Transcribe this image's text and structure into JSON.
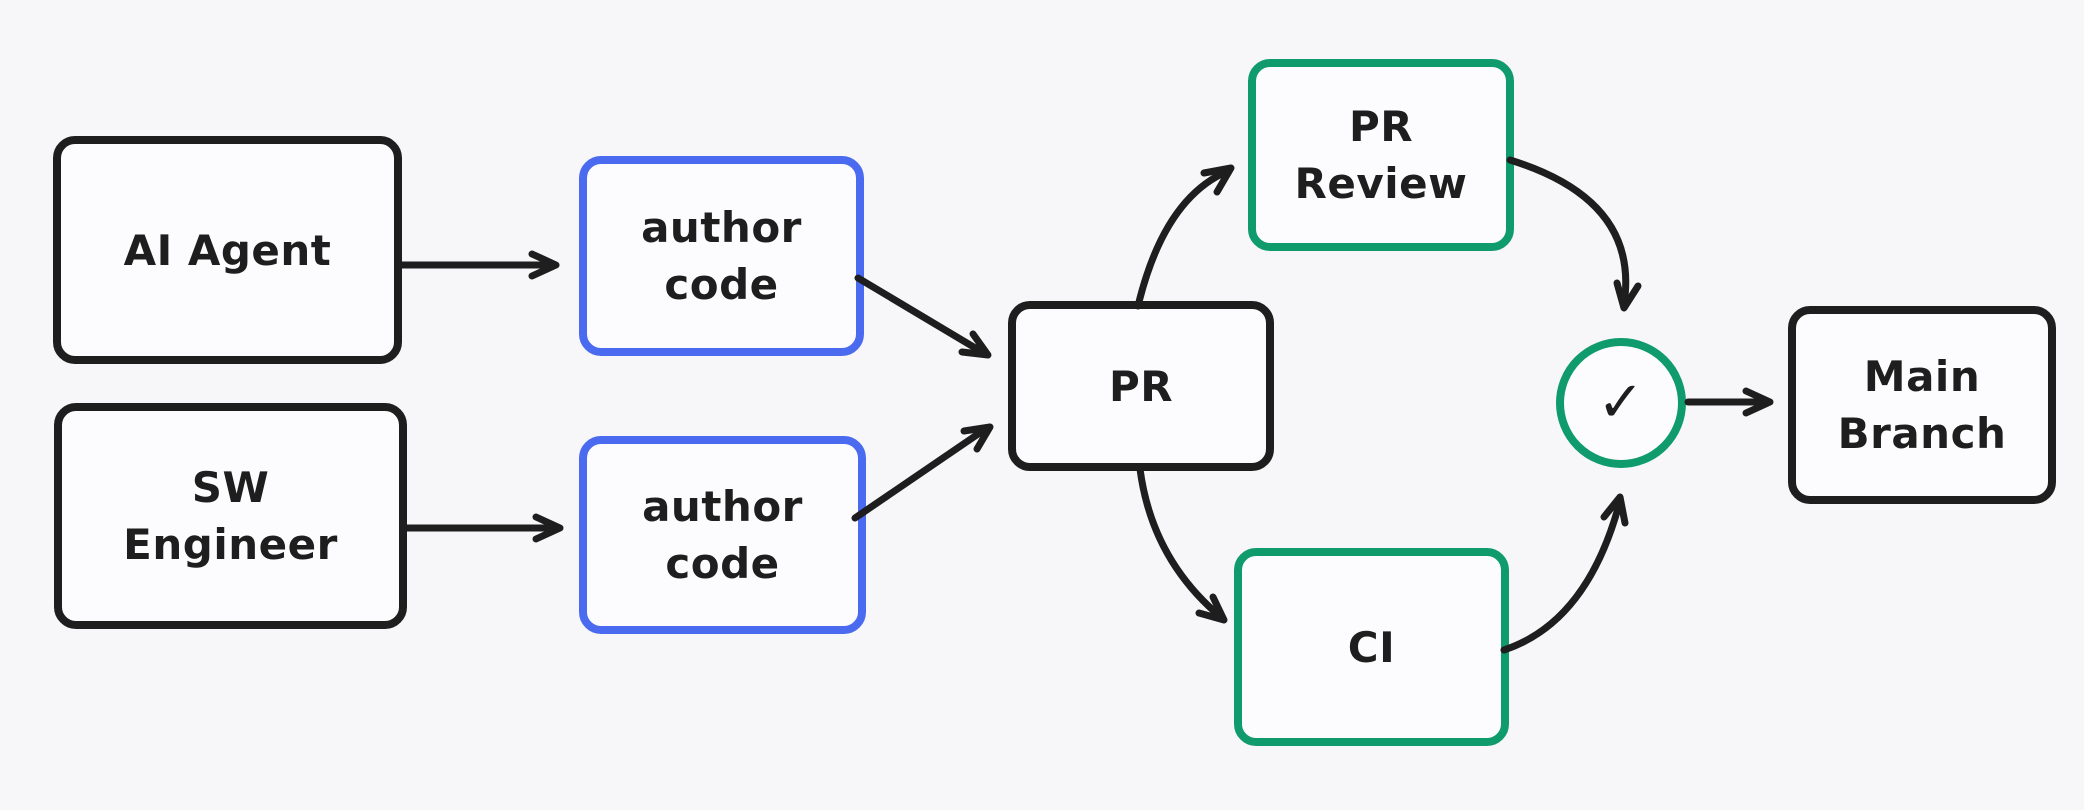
{
  "canvas": {
    "background": "#f7f7fa"
  },
  "colors": {
    "stroke_black": "#1e1e1e",
    "stroke_blue": "#4a6bf0",
    "stroke_green": "#0f9b6c",
    "shape_fill": "#fcfcfe"
  },
  "nodes": {
    "ai_agent": {
      "label": "AI Agent",
      "border_color": "#1e1e1e"
    },
    "sw_engineer": {
      "lines": [
        "SW",
        "Engineer"
      ],
      "border_color": "#1e1e1e"
    },
    "author_code_top": {
      "lines": [
        "author",
        "code"
      ],
      "border_color": "#4a6bf0"
    },
    "author_code_bottom": {
      "lines": [
        "author",
        "code"
      ],
      "border_color": "#4a6bf0"
    },
    "pr": {
      "label": "PR",
      "border_color": "#1e1e1e"
    },
    "pr_review": {
      "lines": [
        "PR",
        "Review"
      ],
      "border_color": "#0f9b6c"
    },
    "ci": {
      "label": "CI",
      "border_color": "#0f9b6c"
    },
    "check": {
      "symbol": "✓",
      "border_color": "#0f9b6c"
    },
    "main_branch": {
      "lines": [
        "Main",
        "Branch"
      ],
      "border_color": "#1e1e1e"
    }
  },
  "edges": [
    {
      "from": "AI Agent",
      "to": "author code (top)",
      "color": "#1e1e1e"
    },
    {
      "from": "SW Engineer",
      "to": "author code (bottom)",
      "color": "#1e1e1e"
    },
    {
      "from": "author code (top)",
      "to": "PR",
      "color": "#1e1e1e"
    },
    {
      "from": "author code (bottom)",
      "to": "PR",
      "color": "#1e1e1e"
    },
    {
      "from": "PR",
      "to": "PR Review",
      "color": "#1e1e1e"
    },
    {
      "from": "PR",
      "to": "CI",
      "color": "#1e1e1e"
    },
    {
      "from": "PR Review",
      "to": "check",
      "color": "#1e1e1e"
    },
    {
      "from": "CI",
      "to": "check",
      "color": "#1e1e1e"
    },
    {
      "from": "check",
      "to": "Main Branch",
      "color": "#1e1e1e"
    }
  ]
}
